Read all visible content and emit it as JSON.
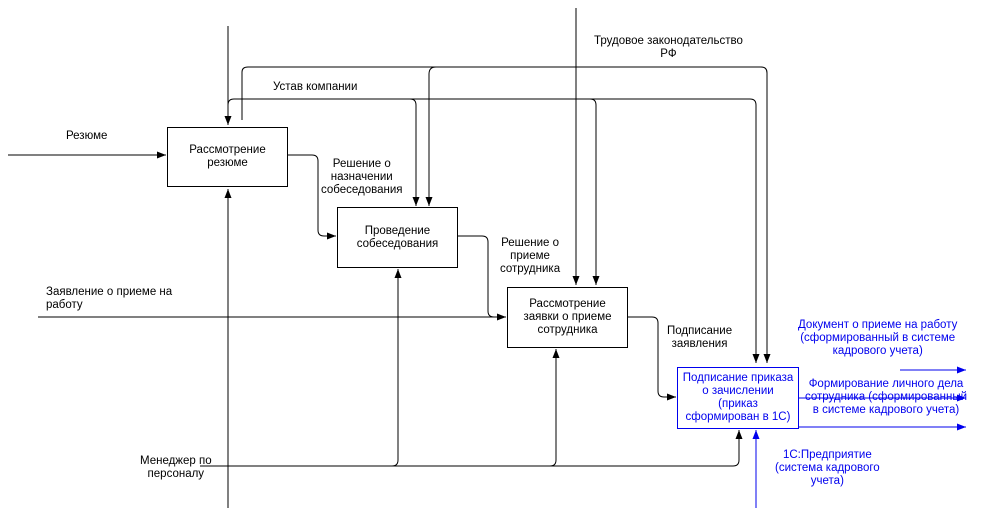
{
  "colors": {
    "line": "#000000",
    "accent": "#0000ee"
  },
  "boxes": {
    "a1": "Рассмотрение\nрезюме",
    "a2": "Проведение\nсобеседования",
    "a3": "Рассмотрение\nзаявки о приеме\nсотрудника",
    "a4": "Подписание приказа\nо зачислении\n(приказ\nсформирован в 1С)"
  },
  "labels": {
    "input_resume": "Резюме",
    "input_application": "Заявление о приеме на\nработу",
    "control_law": "Трудовое законодательство\nРФ",
    "control_charter": "Устав компании",
    "flow_interview_decision": "Решение о\nназначении\nсобеседования",
    "flow_hire_decision": "Решение о\nприеме\nсотрудника",
    "flow_signing": "Подписание\nзаявления",
    "mechanism_manager": "Менеджер по\nперсоналу",
    "mechanism_1c": "1С:Предприятие\n(система кадрового\nучета)",
    "output_document": "Документ о приеме на работу\n(сформированный в системе\nкадрового учета)",
    "output_personal_file": "Формирование личного дела\nсотрудника (сформированный\nв системе кадрового учета)"
  }
}
